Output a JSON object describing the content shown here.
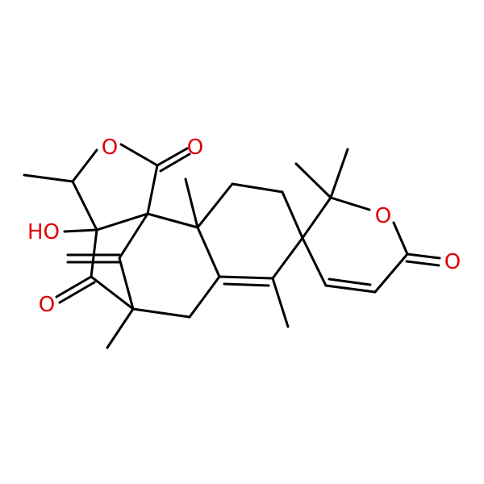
{
  "colors": {
    "bond": "#000000",
    "oxygen": "#e00000",
    "background": "#ffffff"
  },
  "atoms": {
    "o_lactone_ring": "O",
    "o_lactone_carbonyl": "O",
    "o_hydroxyl": "HO",
    "o_ketone": "O",
    "o_pyranone_ring": "O",
    "o_pyranone_carbonyl": "O"
  }
}
